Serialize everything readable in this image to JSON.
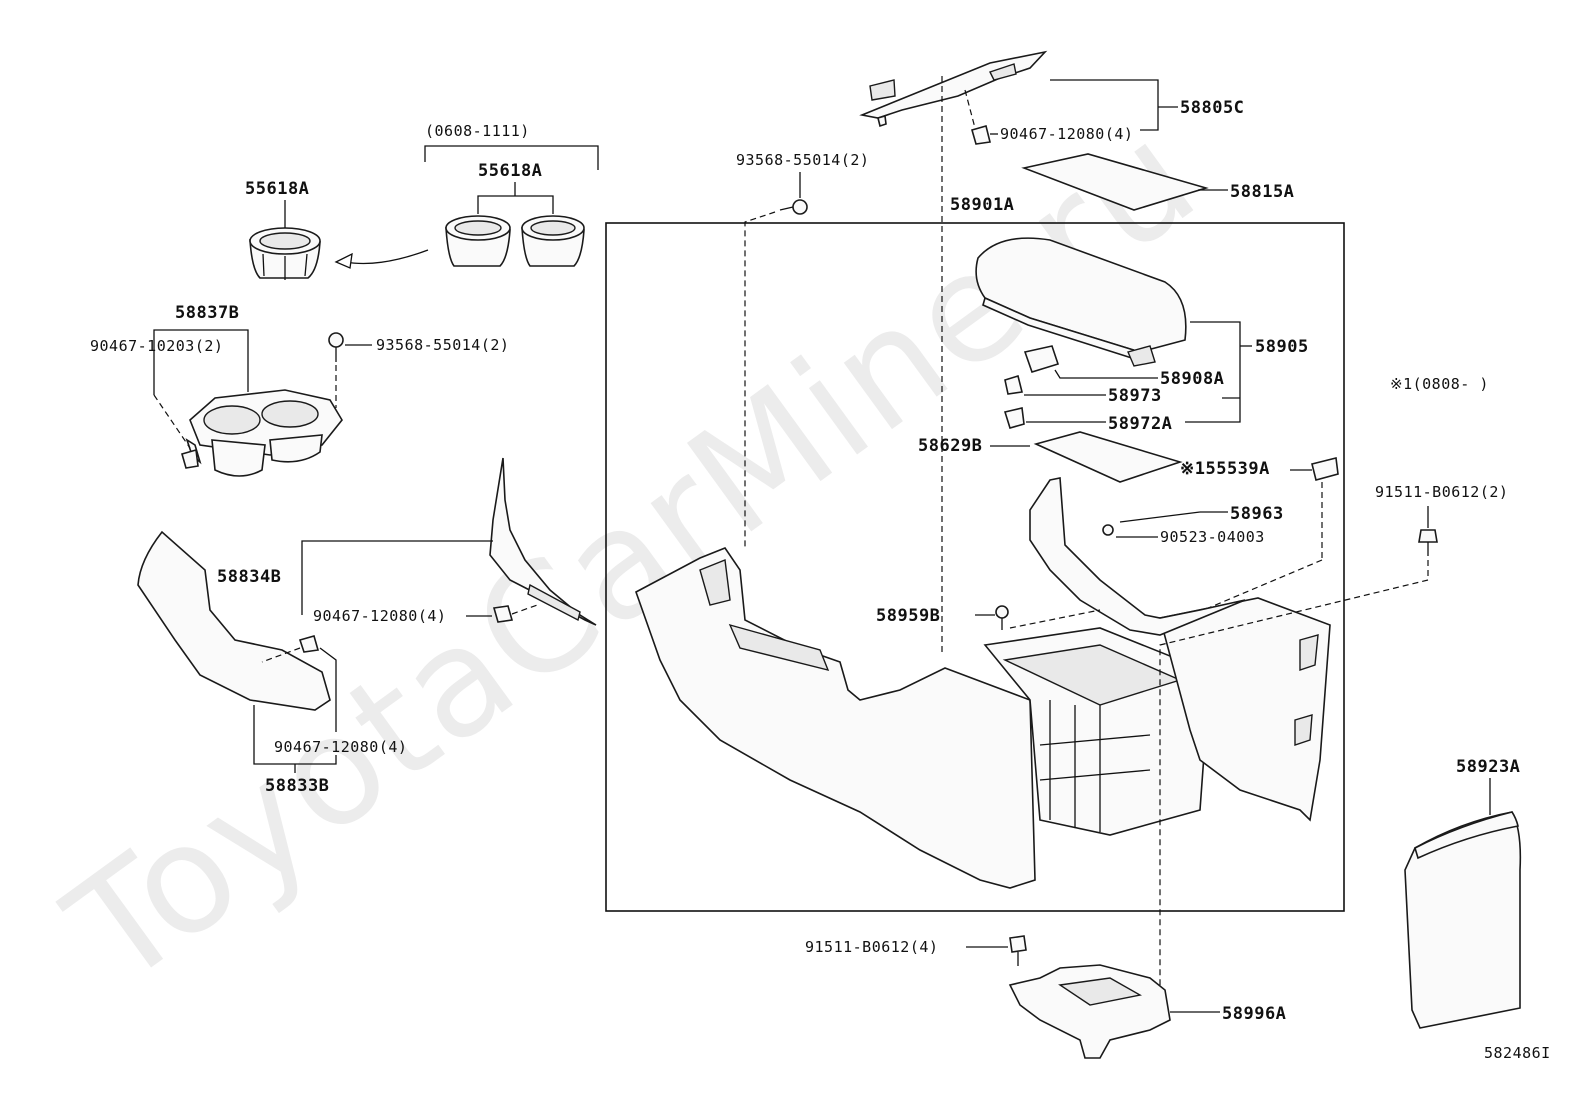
{
  "watermark": "ToyotaCarMine.ru",
  "diagram_id": "582486I",
  "labels": {
    "p55618A_left": "55618A",
    "p55618A_right": "55618A",
    "date_0608_1111": "(0608-1111)",
    "p58837B": "58837B",
    "p90467_10203": "90467-10203(2)",
    "p93568_left": "93568-55014(2)",
    "p93568_top": "93568-55014(2)",
    "p58834B": "58834B",
    "p90467_12080_mid": "90467-12080(4)",
    "p90467_12080_low": "90467-12080(4)",
    "p58833B": "58833B",
    "p58805C": "58805C",
    "p90467_12080_top": "90467-12080(4)",
    "p58815A": "58815A",
    "p58901A": "58901A",
    "p58905": "58905",
    "p58908A": "58908A",
    "p58973": "58973",
    "p58972A": "58972A",
    "p58629B": "58629B",
    "p55539A": "※155539A",
    "p58963": "58963",
    "p90523": "90523-04003",
    "p58959B": "58959B",
    "note1": "※1(0808-   )",
    "p91511_top": "91511-B0612(2)",
    "p58923A": "58923A",
    "p91511_bot": "91511-B0612(4)",
    "p58996A": "58996A"
  }
}
